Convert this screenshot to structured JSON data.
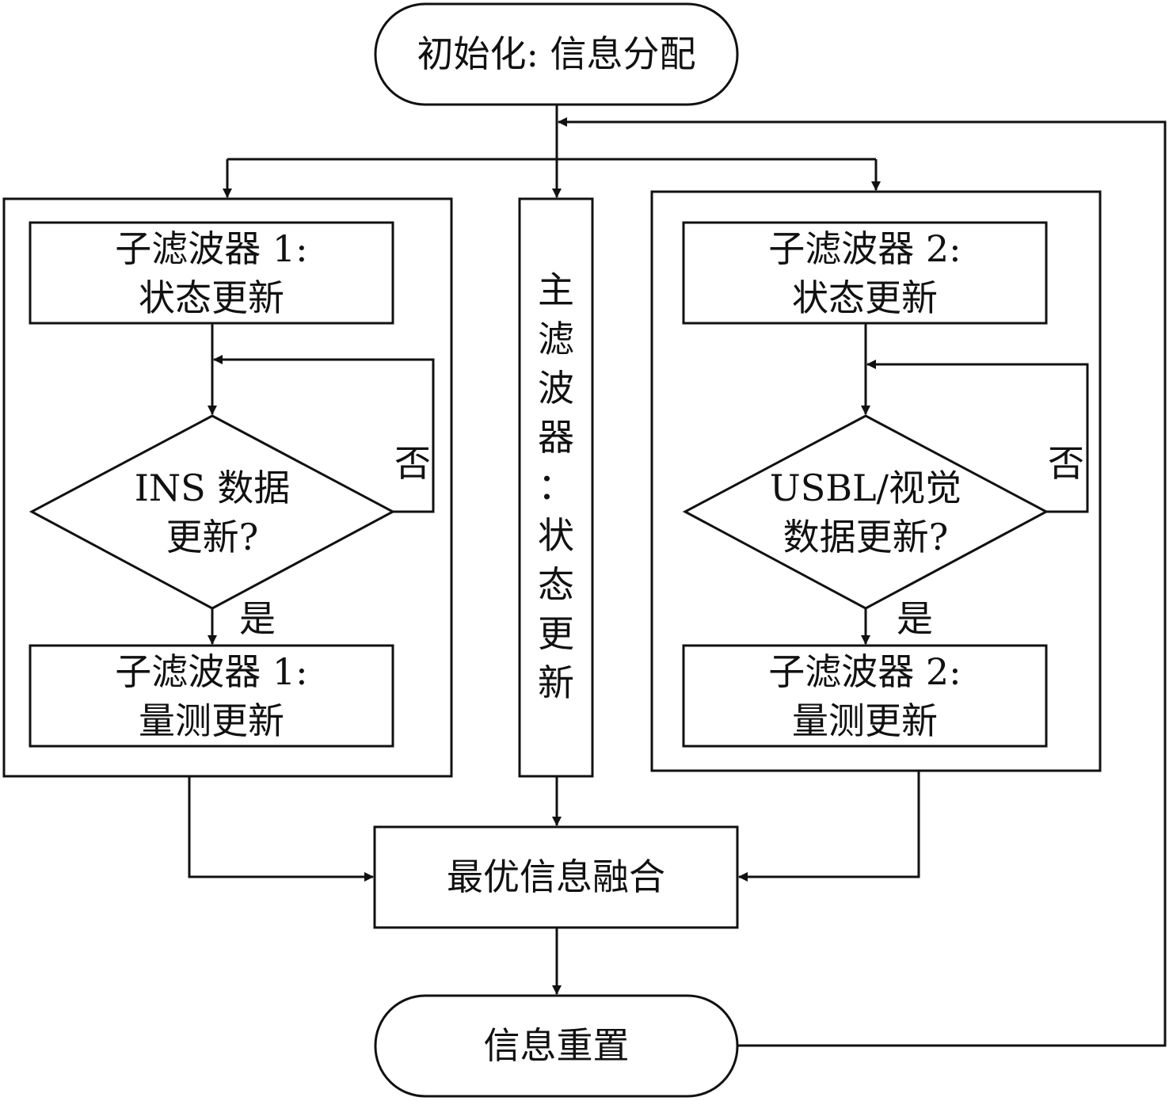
{
  "nodes": {
    "start": "初始化: 信息分配",
    "sub1_state": [
      "子滤波器 1:",
      "状态更新"
    ],
    "sub1_decision": [
      "INS 数据",
      "更新?"
    ],
    "sub1_measure": [
      "子滤波器 1:",
      "量测更新"
    ],
    "main_filter": [
      "主",
      "滤",
      "波",
      "器",
      "：",
      "状",
      "态",
      "更",
      "新"
    ],
    "sub2_state": [
      "子滤波器 2:",
      "状态更新"
    ],
    "sub2_decision": [
      "USBL/视觉",
      "数据更新?"
    ],
    "sub2_measure": [
      "子滤波器 2:",
      "量测更新"
    ],
    "fusion": "最优信息融合",
    "reset": "信息重置"
  },
  "edge_labels": {
    "sub1_no": "否",
    "sub1_yes": "是",
    "sub2_no": "否",
    "sub2_yes": "是"
  }
}
